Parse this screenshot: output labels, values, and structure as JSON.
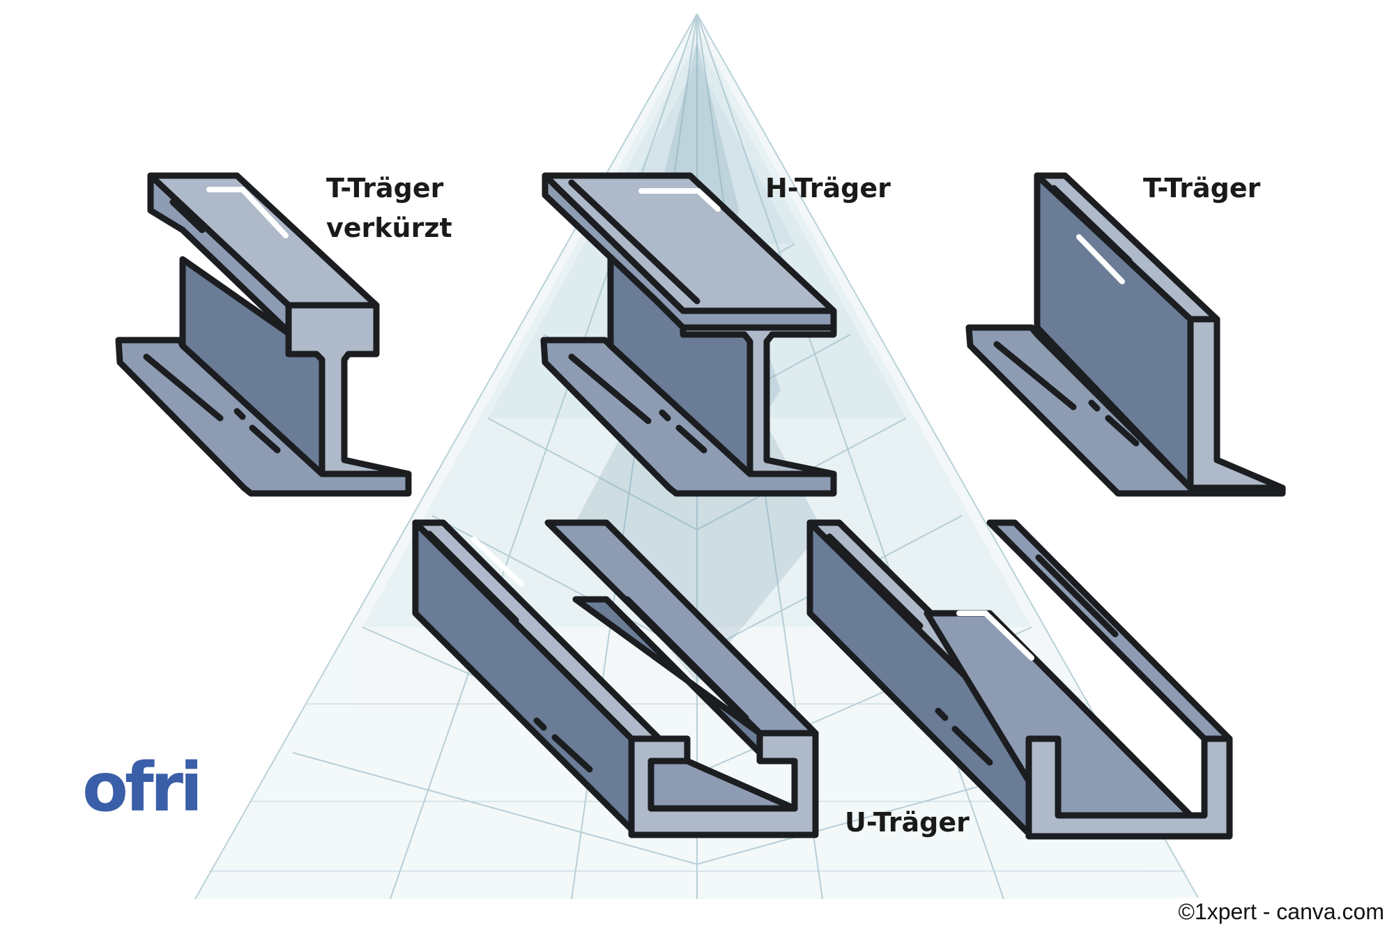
{
  "labels": {
    "t_traeger_short_line1": "T-Träger",
    "t_traeger_short_line2": "verkürzt",
    "h_traeger": "H-Träger",
    "t_traeger": "T-Träger",
    "u_traeger": "U-Träger"
  },
  "logo": "ofri",
  "credit": "©1xpert - canva.com",
  "colors": {
    "logo": "#3a5fa8",
    "beam_light": "#aeb9c9",
    "beam_mid": "#8d9cb3",
    "beam_dark": "#6a7c96",
    "outline": "#1b1d20",
    "glass": "#a9c8d3"
  }
}
